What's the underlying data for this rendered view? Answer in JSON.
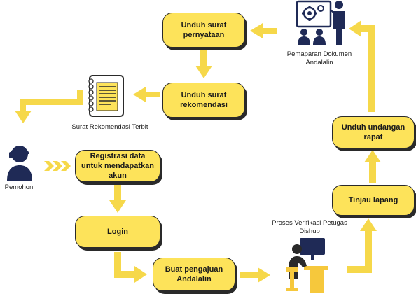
{
  "colors": {
    "accent": "#fde35a",
    "arrow": "#f6d84a",
    "ink": "#2a2a2a",
    "navy": "#1f2a56"
  },
  "steps": {
    "unduh_pernyataan": "Unduh surat pernyataan",
    "unduh_rekomendasi": "Unduh surat rekomendasi",
    "registrasi": "Registrasi data untuk mendapatkan akun",
    "login": "Login",
    "buat_pengajuan": "Buat pengajuan Andalalin",
    "tinjau_lapang": "Tinjau lapang",
    "unduh_undangan": "Unduh undangan rapat"
  },
  "labels": {
    "surat_rekomendasi_terbit": "Surat Rekomendasi Terbit",
    "pemohon": "Pemohon",
    "pemaparan": "Pemaparan Dokumen Andalalin",
    "proses_verifikasi": "Proses Verifikasi Petugas Dishub"
  },
  "icons": [
    "document-icon",
    "person-icon",
    "presentation-icon",
    "worker-computer-icon",
    "chevrons-icon"
  ]
}
